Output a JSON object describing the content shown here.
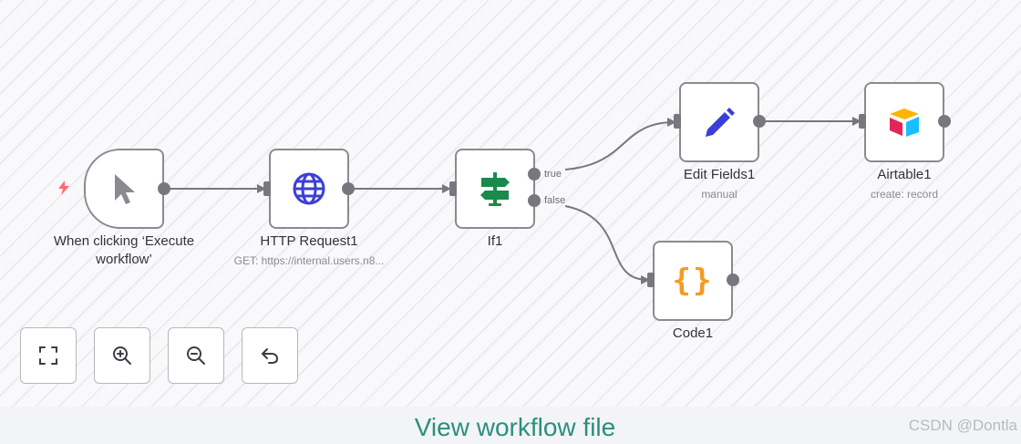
{
  "canvas": {
    "nodes": {
      "trigger": {
        "label": "When clicking ‘Execute workflow’",
        "icon": "pointer-icon"
      },
      "http": {
        "label": "HTTP Request1",
        "sublabel": "GET: https://internal.users.n8...",
        "icon": "globe-icon"
      },
      "if": {
        "label": "If1",
        "icon": "signpost-icon",
        "branch_true": "true",
        "branch_false": "false"
      },
      "edit": {
        "label": "Edit Fields1",
        "sublabel": "manual",
        "icon": "pencil-icon"
      },
      "airtable": {
        "label": "Airtable1",
        "sublabel": "create: record",
        "icon": "airtable-icon"
      },
      "code": {
        "label": "Code1",
        "icon": "braces-icon",
        "glyph": "{}"
      }
    }
  },
  "controls": {
    "fit": "fit-view-icon",
    "zoom_in": "zoom-in-icon",
    "zoom_out": "zoom-out-icon",
    "reset": "undo-icon"
  },
  "footer": {
    "link": "View workflow file",
    "watermark": "CSDN @Dontla"
  },
  "colors": {
    "link": "#2a8f7c",
    "globe": "#3b3fd8",
    "if": "#1a8a4a",
    "pencil": "#3b3fd8",
    "code": "#f59a23",
    "node_border": "#8a8b90",
    "edge": "#77787e",
    "trigger_bolt": "#ff6b6b"
  }
}
